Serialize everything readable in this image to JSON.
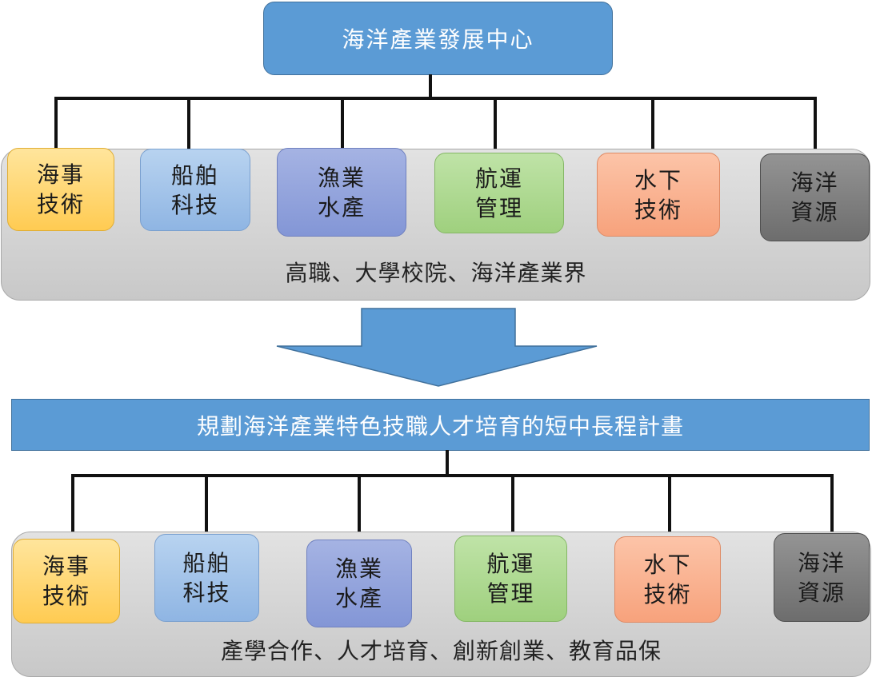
{
  "center": {
    "label": "海洋產業發展中心"
  },
  "top_panel": {
    "caption": "高職、大學校院、海洋產業界",
    "boxes": [
      {
        "line1": "海事",
        "line2": "技術"
      },
      {
        "line1": "船舶",
        "line2": "科技"
      },
      {
        "line1": "漁業",
        "line2": "水產"
      },
      {
        "line1": "航運",
        "line2": "管理"
      },
      {
        "line1": "水下",
        "line2": "技術"
      },
      {
        "line1": "海洋",
        "line2": "資源"
      }
    ]
  },
  "banner": {
    "label": "規劃海洋產業特色技職人才培育的短中長程計畫"
  },
  "bottom_panel": {
    "caption": "產學合作、人才培育、創新創業、教育品保",
    "boxes": [
      {
        "line1": "海事",
        "line2": "技術"
      },
      {
        "line1": "船舶",
        "line2": "科技"
      },
      {
        "line1": "漁業",
        "line2": "水產"
      },
      {
        "line1": "航運",
        "line2": "管理"
      },
      {
        "line1": "水下",
        "line2": "技術"
      },
      {
        "line1": "海洋",
        "line2": "資源"
      }
    ]
  },
  "colors": {
    "primary_blue": "#5b9bd5",
    "box_yellow": "#ffd966",
    "box_light_blue": "#9dc3e6",
    "box_purple": "#8faadc",
    "box_green": "#a9d18e",
    "box_salmon": "#f4b183",
    "box_gray": "#7f7f7f",
    "panel_gray": "#d6d6d6"
  }
}
